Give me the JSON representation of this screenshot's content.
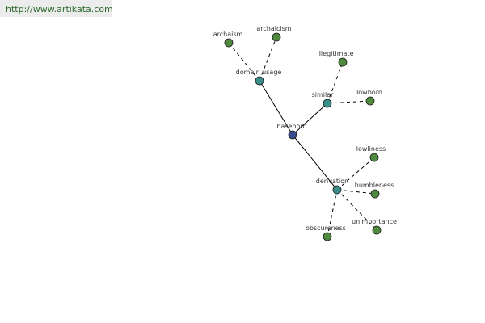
{
  "source": {
    "url_text": "http://www.artikata.com"
  },
  "colors": {
    "root": "#3a4a8e",
    "hub": "#3a8e8a",
    "leaf": "#4f8a3f",
    "edge": "#000000",
    "link_text": "#2e6b2e"
  },
  "graph": {
    "nodes": [
      {
        "id": "baseborn",
        "label": "baseborn",
        "kind": "root"
      },
      {
        "id": "domain_usage",
        "label": "domain usage",
        "kind": "hub"
      },
      {
        "id": "similar",
        "label": "similar",
        "kind": "hub"
      },
      {
        "id": "derivation",
        "label": "derivation",
        "kind": "hub"
      },
      {
        "id": "archaism",
        "label": "archaism",
        "kind": "leaf"
      },
      {
        "id": "archaicism",
        "label": "archaicism",
        "kind": "leaf"
      },
      {
        "id": "illegitimate",
        "label": "illegitimate",
        "kind": "leaf"
      },
      {
        "id": "lowborn",
        "label": "lowborn",
        "kind": "leaf"
      },
      {
        "id": "lowliness",
        "label": "lowliness",
        "kind": "leaf"
      },
      {
        "id": "humbleness",
        "label": "humbleness",
        "kind": "leaf"
      },
      {
        "id": "unimportance",
        "label": "unimportance",
        "kind": "leaf"
      },
      {
        "id": "obscureness",
        "label": "obscureness",
        "kind": "leaf"
      }
    ],
    "edges": [
      {
        "from": "baseborn",
        "to": "domain_usage",
        "style": "solid"
      },
      {
        "from": "baseborn",
        "to": "similar",
        "style": "solid"
      },
      {
        "from": "baseborn",
        "to": "derivation",
        "style": "solid"
      },
      {
        "from": "domain_usage",
        "to": "archaism",
        "style": "dashed"
      },
      {
        "from": "domain_usage",
        "to": "archaicism",
        "style": "dashed"
      },
      {
        "from": "similar",
        "to": "illegitimate",
        "style": "dashed"
      },
      {
        "from": "similar",
        "to": "lowborn",
        "style": "dashed"
      },
      {
        "from": "derivation",
        "to": "lowliness",
        "style": "dashed"
      },
      {
        "from": "derivation",
        "to": "humbleness",
        "style": "dashed"
      },
      {
        "from": "derivation",
        "to": "unimportance",
        "style": "dashed"
      },
      {
        "from": "derivation",
        "to": "obscureness",
        "style": "dashed"
      }
    ]
  }
}
